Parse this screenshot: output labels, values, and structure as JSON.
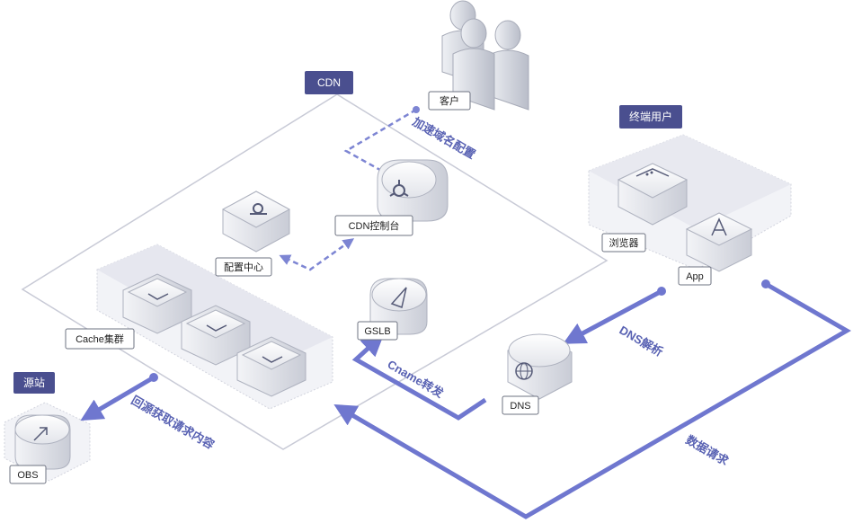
{
  "colors": {
    "accent": "#6f77cf",
    "tag": "#4a4f8f",
    "outline": "#c8cad6"
  },
  "tags": {
    "cdn": "CDN",
    "end_user": "终端用户",
    "origin": "源站"
  },
  "nodes": {
    "customer": "客户",
    "cdn_console": "CDN控制台",
    "config_center": "配置中心",
    "cache_cluster": "Cache集群",
    "gslb": "GSLB",
    "dns": "DNS",
    "browser": "浏览器",
    "app": "App",
    "obs": "OBS"
  },
  "flows": {
    "domain_config": "加速域名配置",
    "dns_resolve": "DNS解析",
    "cname_forward": "Cname转发",
    "data_request": "数据请求",
    "back_to_origin": "回源获取请求内容"
  },
  "icons": [
    "user-group-icon",
    "console-hub-icon",
    "config-key-icon",
    "hexagon-server-icon",
    "navigation-icon",
    "globe-icon",
    "browser-window-icon",
    "app-store-icon",
    "upload-arrow-icon"
  ]
}
